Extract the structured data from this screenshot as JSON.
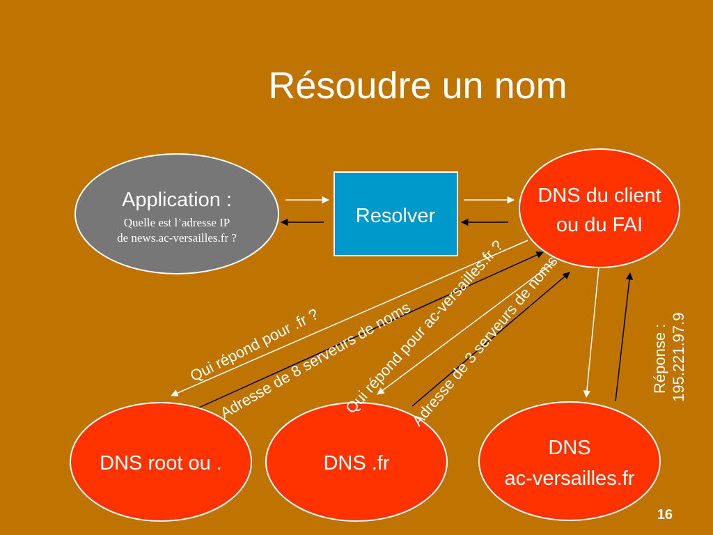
{
  "title": "Résoudre un nom",
  "page_number": "16",
  "nodes": {
    "application": {
      "title": "Application :",
      "line1": "Quelle est l’adresse IP",
      "line2": "de news.ac-versailles.fr ?"
    },
    "resolver": "Resolver",
    "dns_client": {
      "line1": "DNS du client",
      "line2": "ou du FAI"
    },
    "dns_root": "DNS root ou .",
    "dns_fr": "DNS .fr",
    "dns_acv": {
      "line1": "DNS",
      "line2": "ac-versailles.fr"
    }
  },
  "edge_labels": {
    "q_fr": "Qui répond pour .fr ?",
    "a_8": "Adresse de 8 serveurs de noms",
    "q_acv": "Qui répond pour ac-versailles.fr ?",
    "a_3": "Adresse de 3 serveurs de noms",
    "reponse": "Réponse :",
    "ip": "195.221.97.9"
  },
  "colors": {
    "background": "#bf7300",
    "red_node": "#ff3300",
    "grey_node": "#777777",
    "resolver": "#0099cc",
    "line": "#000000"
  }
}
